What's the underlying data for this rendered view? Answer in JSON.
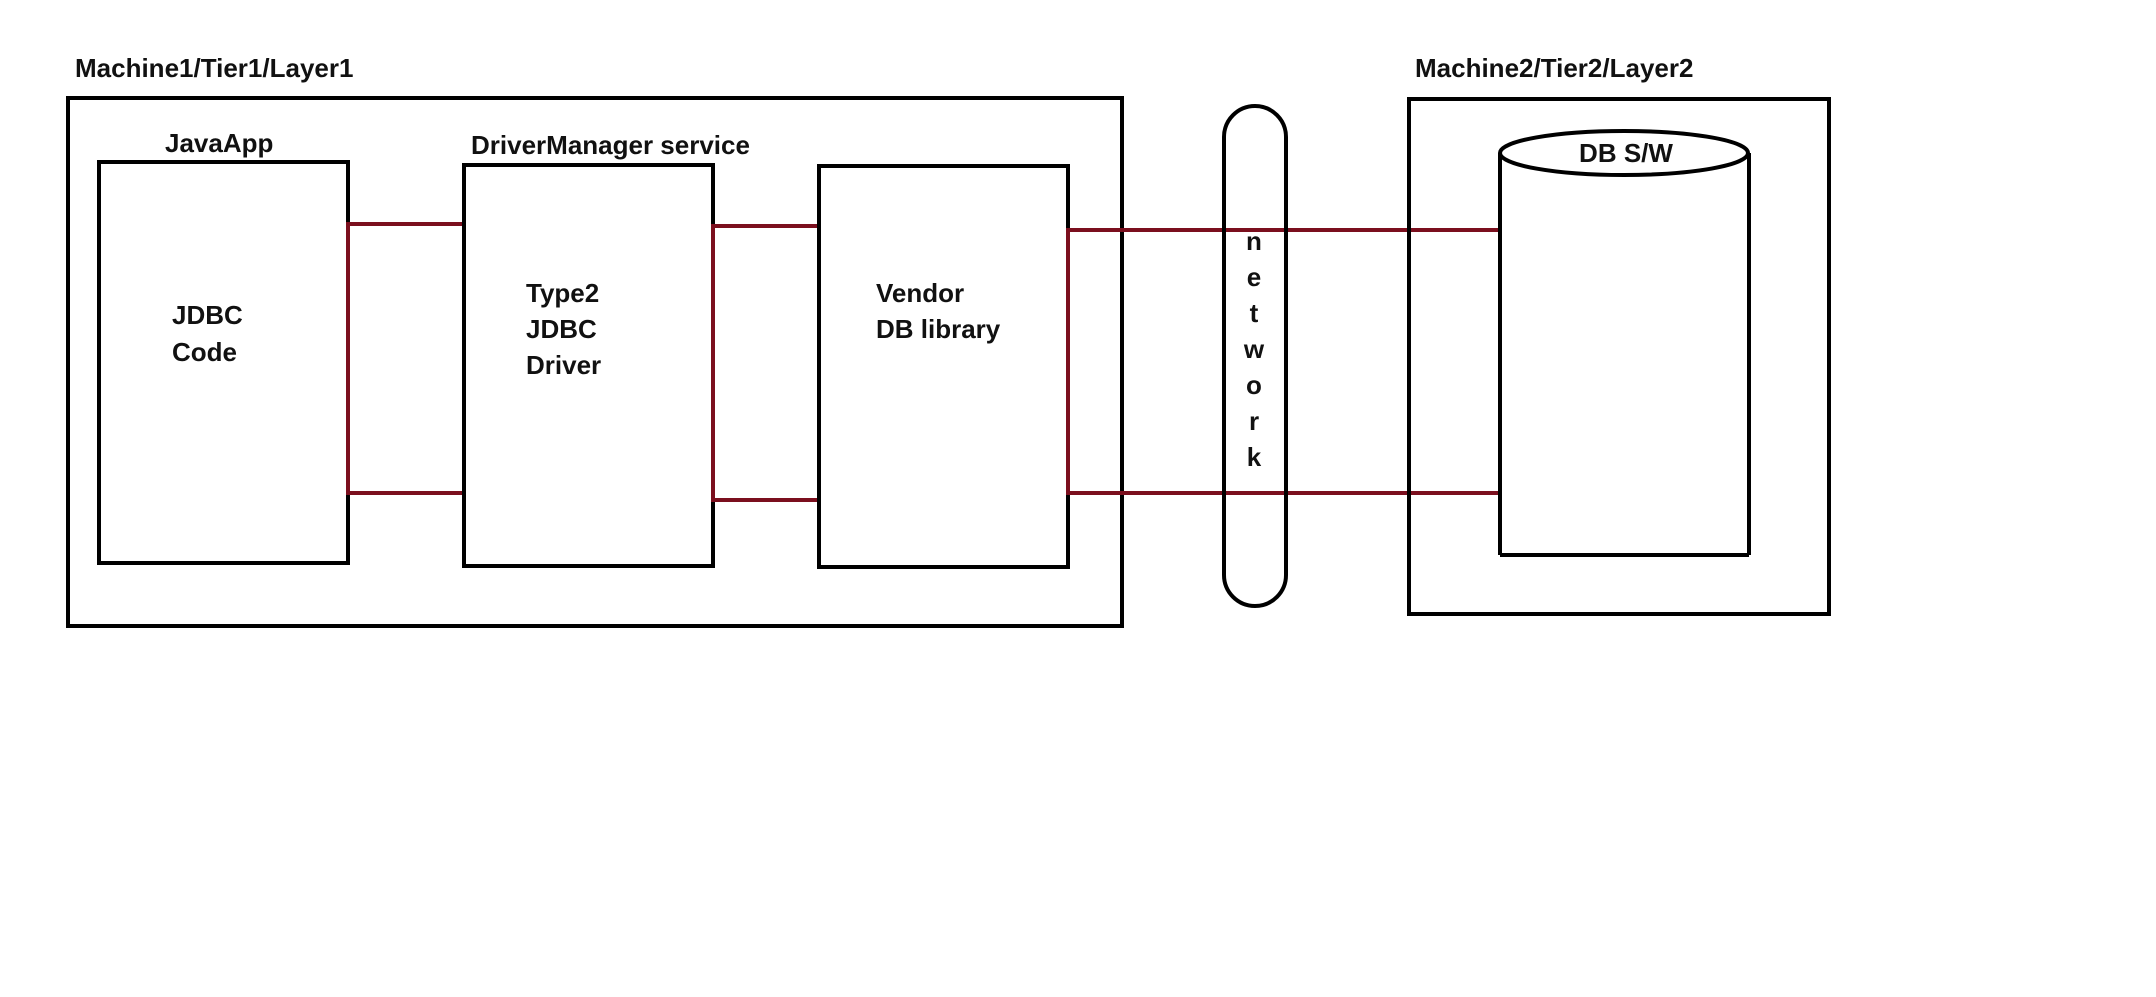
{
  "machine1": {
    "title": "Machine1/Tier1/Layer1"
  },
  "machine2": {
    "title": "Machine2/Tier2/Layer2"
  },
  "java_app": {
    "title": "JavaApp",
    "lines": [
      "JDBC",
      "Code"
    ]
  },
  "driver_manager": {
    "title": "DriverManager service",
    "lines": [
      "Type2",
      "JDBC",
      "Driver"
    ]
  },
  "vendor_lib": {
    "lines": [
      "Vendor",
      "DB library"
    ]
  },
  "network": {
    "letters": [
      "n",
      "e",
      "t",
      "w",
      "o",
      "r",
      "k"
    ]
  },
  "database": {
    "title": "DB S/W"
  },
  "colors": {
    "outline": "#000000",
    "connector": "#7b0f1e"
  }
}
